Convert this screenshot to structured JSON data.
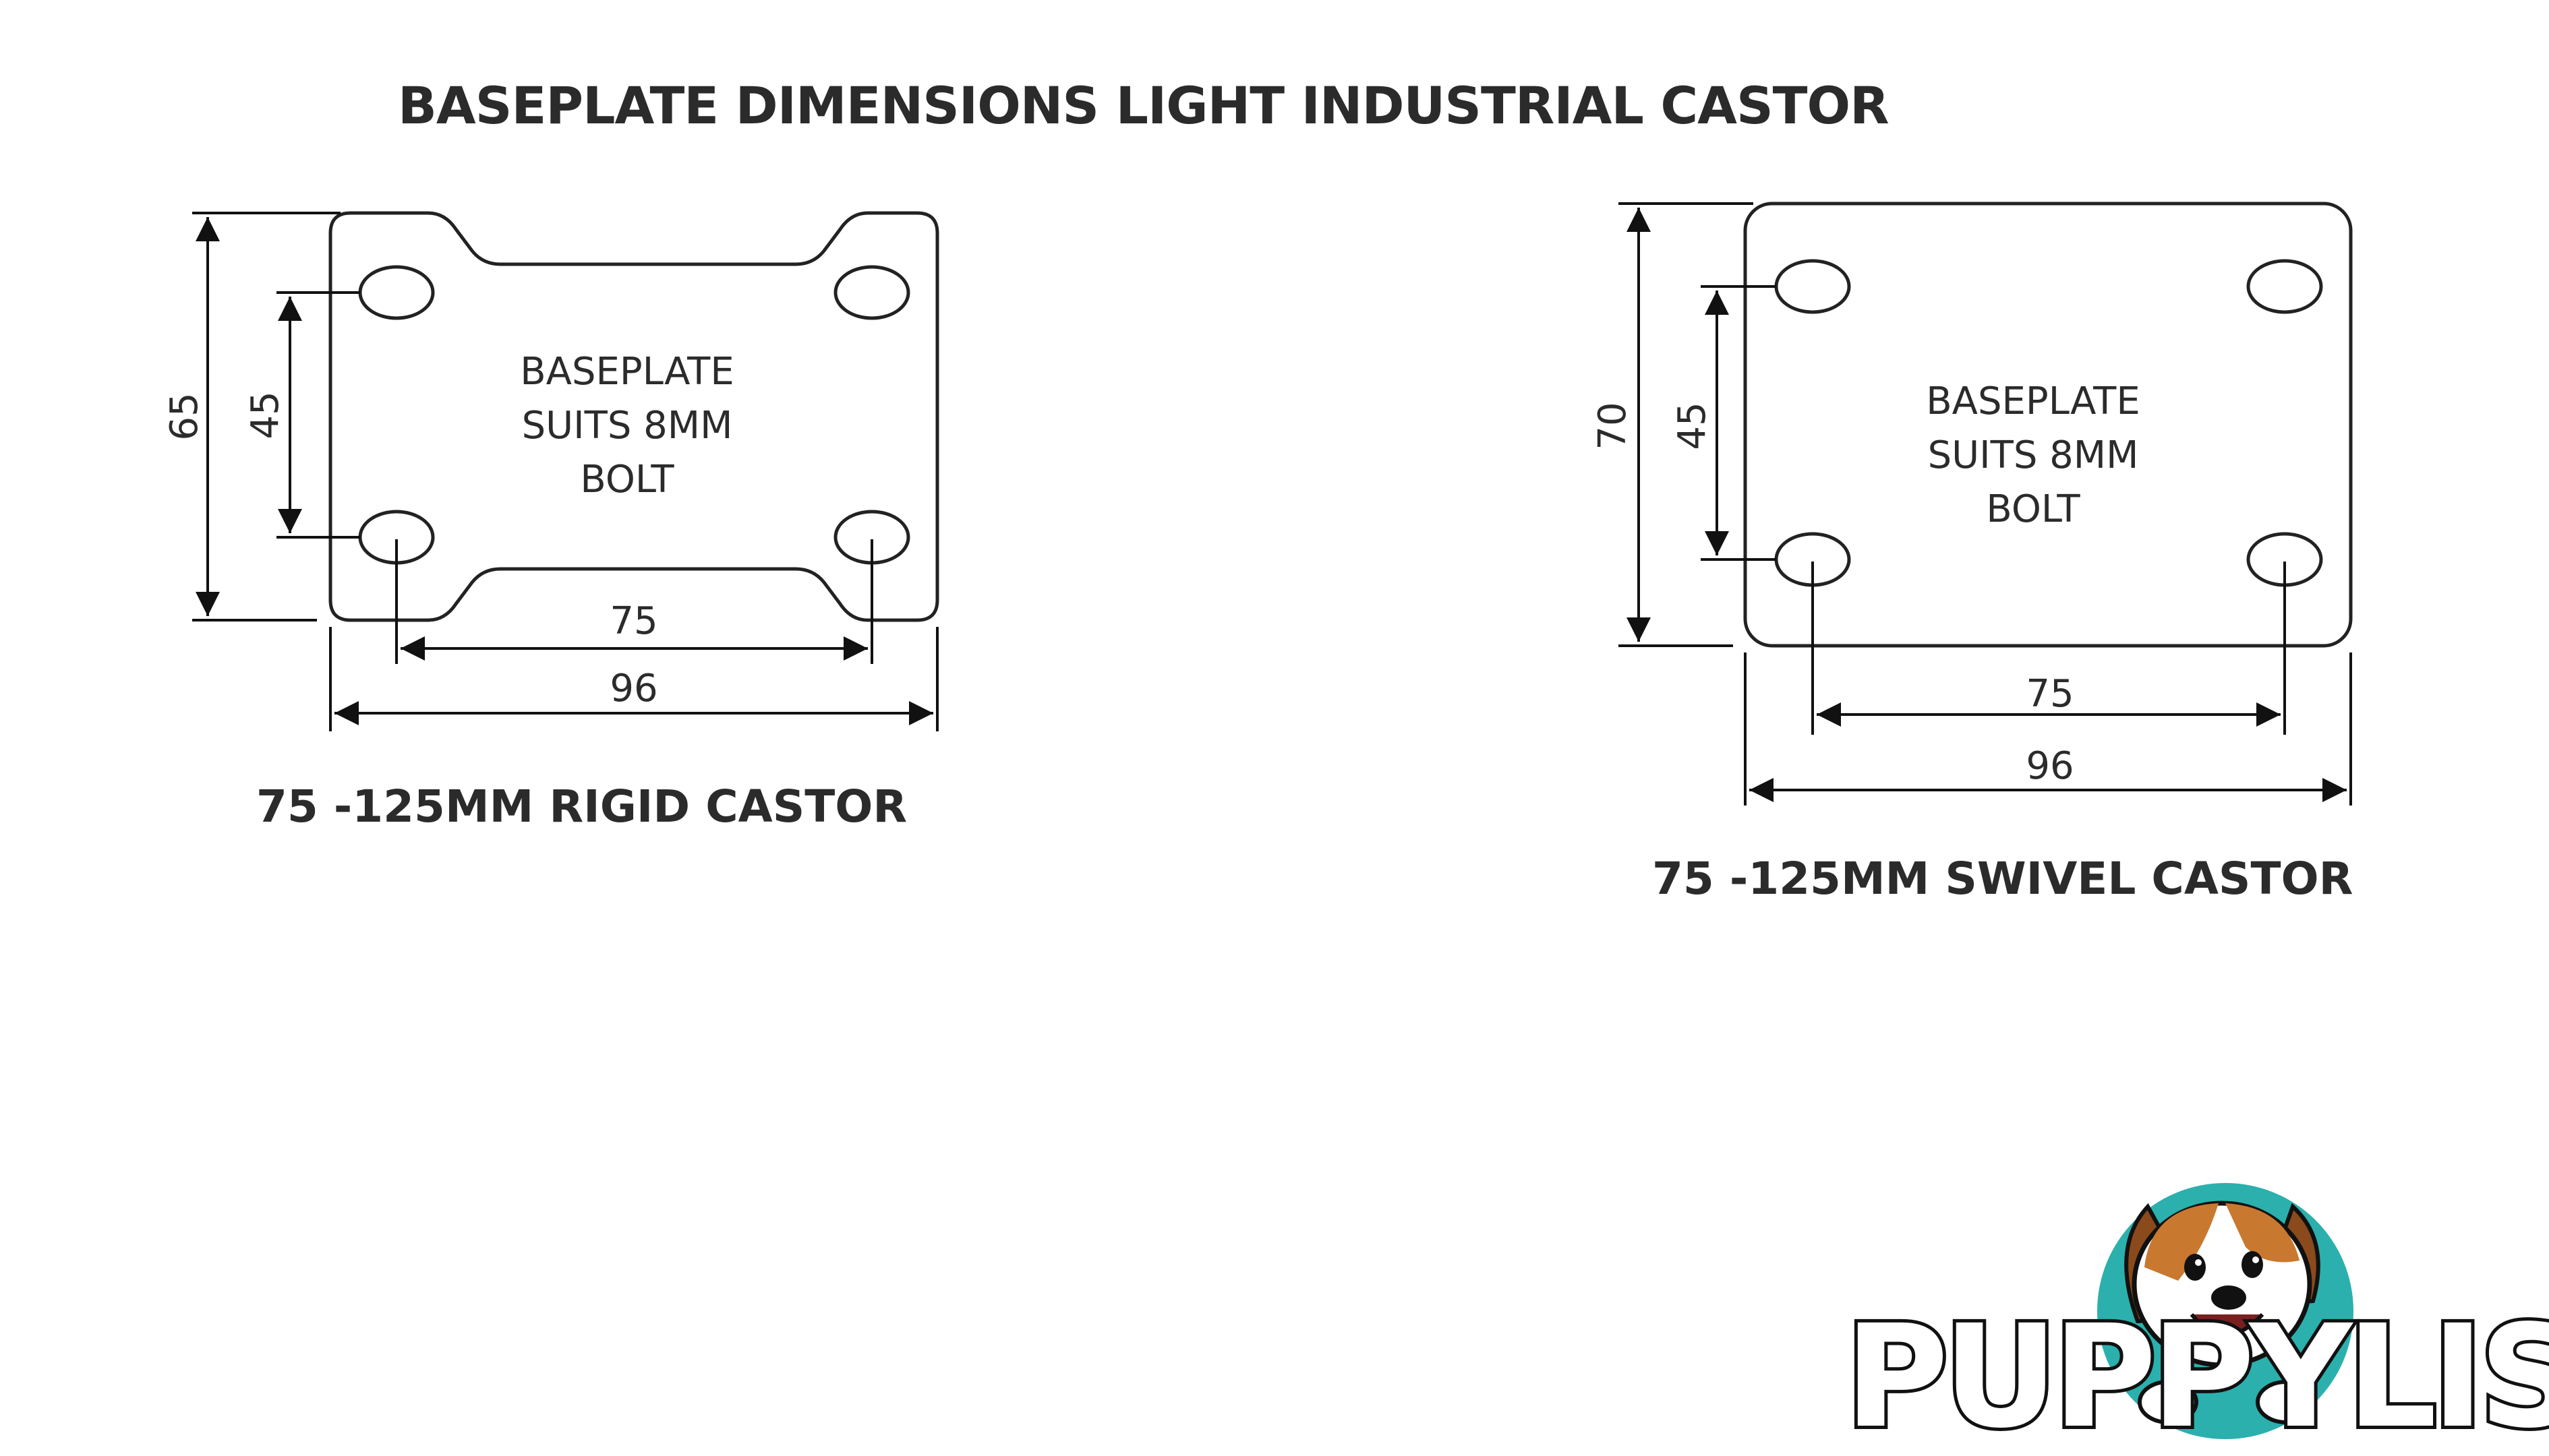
{
  "title": "BASEPLATE DIMENSIONS LIGHT INDUSTRIAL CASTOR",
  "rigid": {
    "caption": "75 -125MM RIGID CASTOR",
    "plate_text": [
      "BASEPLATE",
      "SUITS 8MM",
      "BOLT"
    ],
    "dim_height": "65",
    "dim_hole_height": "45",
    "dim_hole_width": "75",
    "dim_width": "96"
  },
  "swivel": {
    "caption": "75 -125MM SWIVEL CASTOR",
    "plate_text": [
      "BASEPLATE",
      "SUITS 8MM",
      "BOLT"
    ],
    "dim_height": "70",
    "dim_hole_height": "45",
    "dim_hole_width": "75",
    "dim_width": "96"
  },
  "logo": {
    "text": "PUPPYLIST",
    "icon": "dog-mascot-icon",
    "colors": {
      "circle": "#2bb0ad",
      "text_fill": "#ffffff",
      "text_stroke": "#111111",
      "dog_tan": "#c9782f"
    }
  }
}
